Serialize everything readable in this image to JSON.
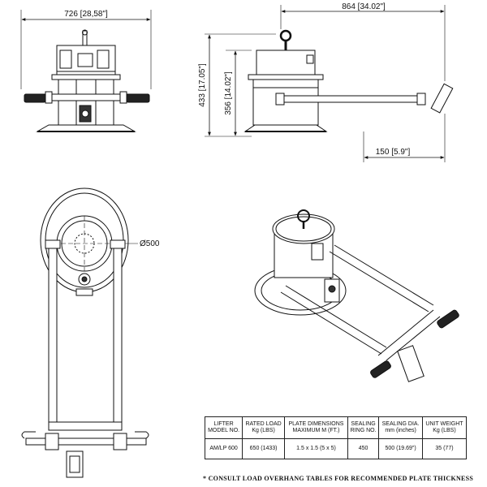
{
  "dimensions": {
    "top_width": "726 [28,58\"]",
    "right_width": "864 [34.02\"]",
    "overall_height": "433 [17.05\"]",
    "body_height": "356 [14.02\"]",
    "handle_offset": "150 [5.9\"]",
    "pad_diameter": "Ø500"
  },
  "table": {
    "headers": [
      [
        "LIFTER",
        "MODEL NO."
      ],
      [
        "RATED LOAD",
        "Kg (LBS)"
      ],
      [
        "PLATE DIMENSIONS",
        "MAXIMUM M (FT.)"
      ],
      [
        "SEALING",
        "RING NO."
      ],
      [
        "SEALING DIA.",
        "mm (inches)"
      ],
      [
        "UNIT WEIGHT",
        "Kg (LBS)"
      ]
    ],
    "row": [
      "AM/LP 600",
      "650 (1433)",
      "1.5 x 1.5 (5 x 5)",
      "450",
      "500 (19.69\")",
      "35 (77)"
    ]
  },
  "note": "* CONSULT LOAD OVERHANG TABLES FOR RECOMMENDED PLATE THICKNESS"
}
